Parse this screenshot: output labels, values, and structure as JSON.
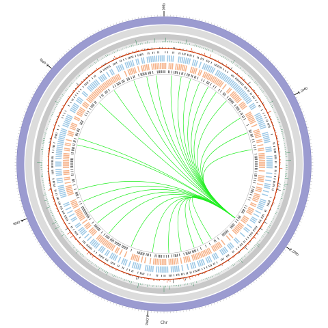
{
  "genome": {
    "name": "Chr",
    "length_mb": 5.8,
    "major_tick_labels": [
      {
        "mb": 0,
        "text": "0Mb"
      },
      {
        "mb": 1,
        "text": "1.0Mb"
      },
      {
        "mb": 2,
        "text": "2.0Mb"
      },
      {
        "mb": 3,
        "text": "3.0Mb"
      },
      {
        "mb": 4,
        "text": "4.0Mb"
      },
      {
        "mb": 5,
        "text": "5.0Mb"
      }
    ]
  },
  "colors": {
    "ideogram": "#9b9bd0",
    "ideogram_edge": "#8080c0",
    "outer_ring": "#dcdcdc",
    "inner_ring": "#c8c8c8",
    "gc_skew": "#2e8b57",
    "gc_content": "#cc3300",
    "forward_cds": "#9ec9e6",
    "reverse_cds": "#f6b38a",
    "dark_features": "#333333",
    "links": "#22ee22"
  },
  "links": [
    {
      "from_mb": 2.05,
      "to_mb": 3.52
    },
    {
      "from_mb": 2.05,
      "to_mb": 3.68
    },
    {
      "from_mb": 2.05,
      "to_mb": 3.82
    },
    {
      "from_mb": 2.05,
      "to_mb": 3.95
    },
    {
      "from_mb": 2.05,
      "to_mb": 4.08
    },
    {
      "from_mb": 2.05,
      "to_mb": 4.55
    },
    {
      "from_mb": 2.05,
      "to_mb": 4.62
    },
    {
      "from_mb": 2.05,
      "to_mb": 5.05
    },
    {
      "from_mb": 2.05,
      "to_mb": 5.25
    },
    {
      "from_mb": 2.05,
      "to_mb": 5.48
    },
    {
      "from_mb": 2.05,
      "to_mb": 5.62
    },
    {
      "from_mb": 2.05,
      "to_mb": 5.72
    },
    {
      "from_mb": 2.05,
      "to_mb": 0.08
    },
    {
      "from_mb": 2.05,
      "to_mb": 0.18
    },
    {
      "from_mb": 2.05,
      "to_mb": 0.28
    },
    {
      "from_mb": 2.05,
      "to_mb": 0.38
    },
    {
      "from_mb": 2.05,
      "to_mb": 0.48
    },
    {
      "from_mb": 2.05,
      "to_mb": 0.58
    },
    {
      "from_mb": 2.05,
      "to_mb": 0.72
    },
    {
      "from_mb": 2.05,
      "to_mb": 0.95
    },
    {
      "from_mb": 2.05,
      "to_mb": 1.12
    },
    {
      "from_mb": 2.05,
      "to_mb": 1.3
    },
    {
      "from_mb": 2.05,
      "to_mb": 2.38
    },
    {
      "from_mb": 2.05,
      "to_mb": 2.48
    },
    {
      "from_mb": 2.05,
      "to_mb": 2.58
    },
    {
      "from_mb": 2.05,
      "to_mb": 2.72
    },
    {
      "from_mb": 2.05,
      "to_mb": 2.85
    },
    {
      "from_mb": 2.05,
      "to_mb": 3.02
    },
    {
      "from_mb": 2.05,
      "to_mb": 3.25
    }
  ]
}
